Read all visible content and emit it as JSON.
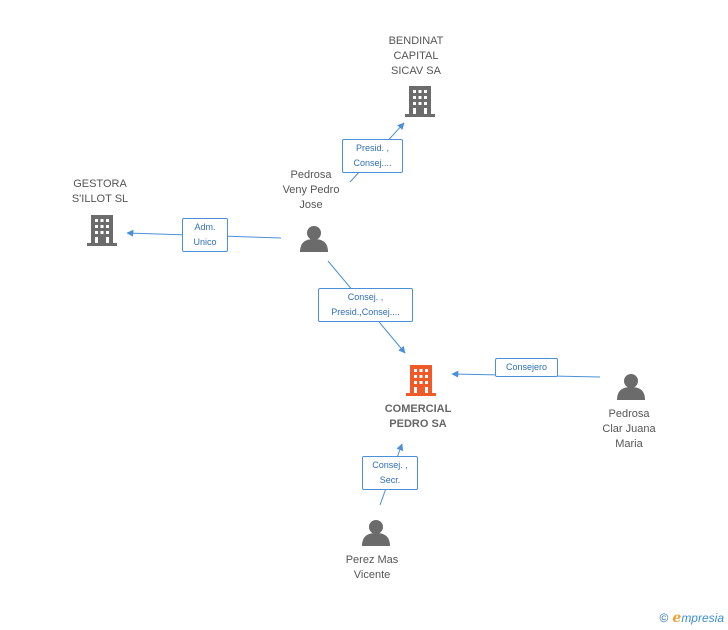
{
  "nodes": {
    "bendinat": {
      "label": [
        "BENDINAT",
        "CAPITAL",
        "SICAV SA"
      ],
      "type": "company"
    },
    "gestora": {
      "label": [
        "GESTORA",
        "S'ILLOT SL"
      ],
      "type": "company"
    },
    "comercial": {
      "label": [
        "COMERCIAL",
        "PEDRO SA"
      ],
      "type": "company-main"
    },
    "pedrosa_veny": {
      "label": [
        "Pedrosa",
        "Veny Pedro",
        "Jose"
      ],
      "type": "person"
    },
    "pedrosa_clar": {
      "label": [
        "Pedrosa",
        "Clar Juana",
        "Maria"
      ],
      "type": "person"
    },
    "perez_mas": {
      "label": [
        "Perez Mas",
        "Vicente"
      ],
      "type": "person"
    }
  },
  "edges": {
    "veny_bendinat": {
      "label": [
        "Presid. ,",
        "Consej...."
      ]
    },
    "veny_gestora": {
      "label": [
        "Adm.",
        "Unico"
      ]
    },
    "veny_comercial": {
      "label": [
        "Consej. ,",
        "Presid.,Consej...."
      ]
    },
    "clar_comercial": {
      "label": [
        "Consejero"
      ]
    },
    "perez_comercial": {
      "label": [
        "Consej. ,",
        "Secr."
      ]
    }
  },
  "colors": {
    "edge": "#4a90d9",
    "company": "#6b6b6b",
    "company_main": "#f05a28",
    "person": "#6b6b6b"
  },
  "watermark": {
    "copyright": "©",
    "brand_initial": "e",
    "brand_rest": "mpresia"
  }
}
